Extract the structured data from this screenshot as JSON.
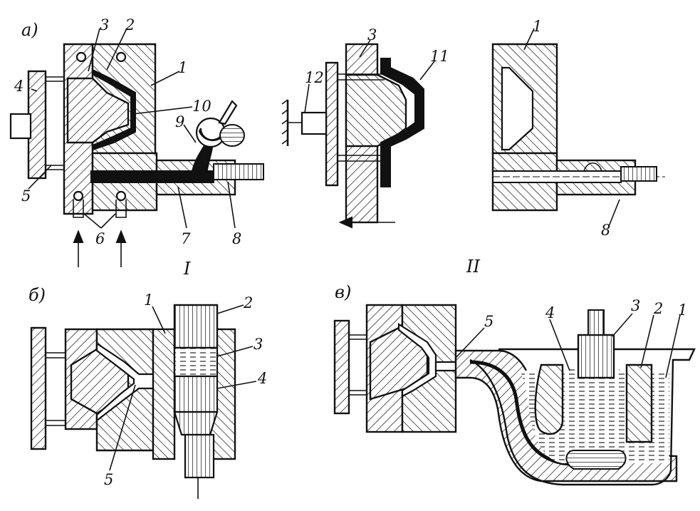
{
  "labels": {
    "panel_a": "а)",
    "panel_b": "б)",
    "panel_v": "в)",
    "roman_1": "I",
    "roman_2": "II",
    "a_n1": "1",
    "a_n2": "2",
    "a_n3": "3",
    "a_n4": "4",
    "a_n5": "5",
    "a_n6": "6",
    "a_n7": "7",
    "a_n8": "8",
    "a_n9": "9",
    "a_n10": "10",
    "m_n3": "3",
    "m_n11": "11",
    "m_n12": "12",
    "r_n1": "1",
    "r_n8": "8",
    "b_n1": "1",
    "b_n2": "2",
    "b_n3": "3",
    "b_n4": "4",
    "b_n5": "5",
    "v_n1": "1",
    "v_n2": "2",
    "v_n3": "3",
    "v_n4": "4",
    "v_n5": "5"
  }
}
